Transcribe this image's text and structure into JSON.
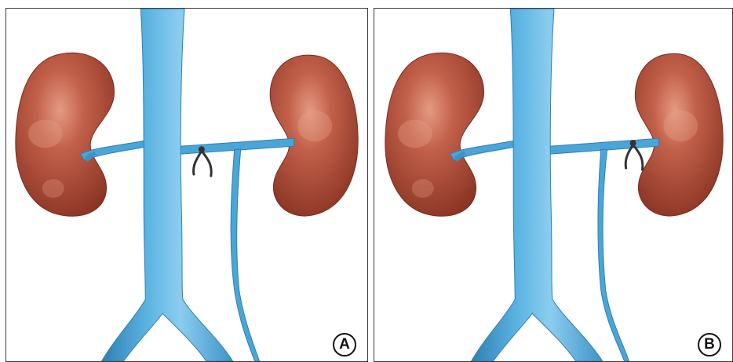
{
  "panels": [
    {
      "label": "A",
      "clamp_location": "left-renal-vein-proximal-to-gonadal-confluence"
    },
    {
      "label": "B",
      "clamp_location": "left-renal-vein-distal-to-gonadal-confluence"
    }
  ],
  "colors": {
    "vein": "#4aa6d8",
    "vein_highlight": "#8ccdef",
    "vein_shadow": "#2e7fb3",
    "kidney": "#b5503a",
    "kidney_highlight": "#d98a72",
    "kidney_shadow": "#8a3424",
    "clamp": "#333333",
    "border": "#3a3a3a"
  }
}
